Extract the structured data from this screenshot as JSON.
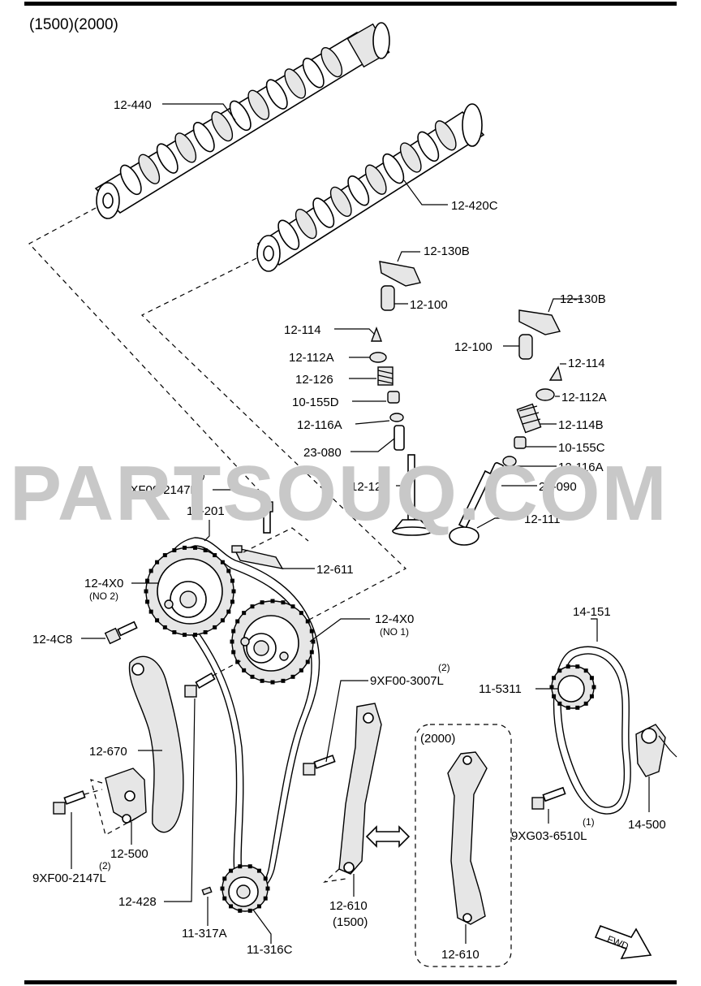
{
  "header": {
    "title": "(1500)(2000)"
  },
  "watermark": "PARTSOUQ.COM",
  "labels": {
    "c12_440": "12-440",
    "c12_420C": "12-420C",
    "c12_130B_a": "12-130B",
    "c12_100_a": "12-100",
    "c12_130B_b": "12-130B",
    "c12_100_b": "12-100",
    "c12_114_a": "12-114",
    "c12_112A_a": "12-112A",
    "c12_126": "12-126",
    "c10_155D": "10-155D",
    "c12_116A_a": "12-116A",
    "c23_080": "23-080",
    "c12_121": "12-121",
    "c12_114_b": "12-114",
    "c12_112A_b": "12-112A",
    "c12_114B": "12-114B",
    "c10_155C": "10-155C",
    "c12_116A_b": "12-116A",
    "c23_090": "23-090",
    "c12_111": "12-111",
    "bolt1_qty": "(2)",
    "bolt1": "9XF00-2147L",
    "c12_201": "12-201",
    "c12_611": "12-611",
    "c12_4X0_no2": "12-4X0",
    "c12_4X0_no2_sub": "(NO 2)",
    "c12_4C8": "12-4C8",
    "c12_4X0_no1": "12-4X0",
    "c12_4X0_no1_sub": "(NO 1)",
    "bolt2_qty": "(2)",
    "bolt2": "9XF00-3007L",
    "c14_151": "14-151",
    "c11_5311": "11-5311",
    "c12_670": "12-670",
    "variant_2000": "(2000)",
    "bolt3_qty": "(1)",
    "bolt3": "9XG03-6510L",
    "c14_500": "14-500",
    "c12_500": "12-500",
    "bolt4_qty": "(2)",
    "bolt4": "9XF00-2147L",
    "c12_428": "12-428",
    "c12_610_1500": "12-610",
    "c12_610_1500_sub": "(1500)",
    "c11_317A": "11-317A",
    "c11_316C": "11-316C",
    "c12_610_2000": "12-610",
    "fwd": "FWD"
  }
}
